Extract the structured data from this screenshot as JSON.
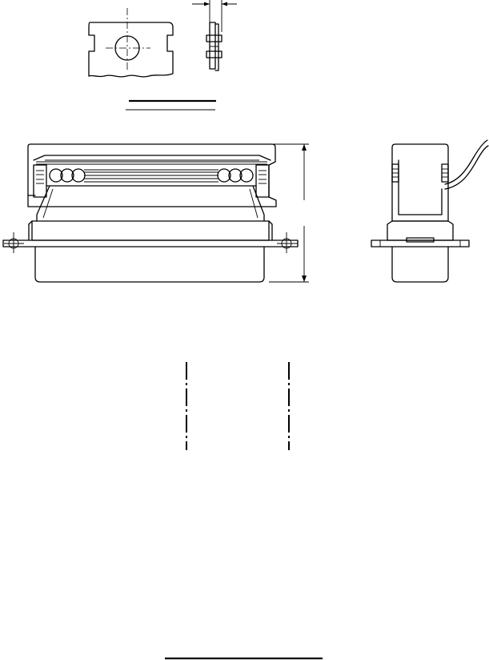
{
  "drawing": {
    "colors": {
      "line": "#000000",
      "background": "#ffffff"
    },
    "views": [
      "ferrule-detail",
      "ferrule-side-detail",
      "connector-hood-front-section",
      "connector-hood-side-view",
      "blank-centerlines"
    ]
  }
}
